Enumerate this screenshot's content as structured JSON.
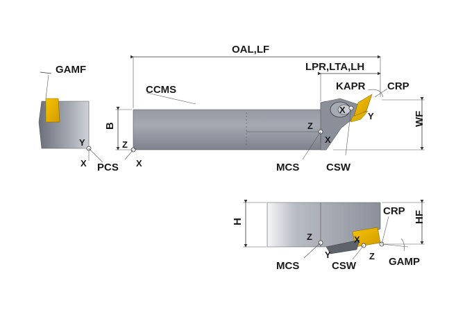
{
  "colors": {
    "body_dark": "#7a7f8a",
    "body_light": "#c8cbd2",
    "insert_yellow": "#e8b400",
    "line": "#333333"
  },
  "labels": {
    "gamf": "GAMF",
    "oal_lf": "OAL,LF",
    "lpr_lta_lh": "LPR,LTA,LH",
    "ccms": "CCMS",
    "kapr": "KAPR",
    "crp_top": "CRP",
    "b": "B",
    "wf": "WF",
    "y_left": "Y",
    "x_left": "X",
    "z_left": "Z",
    "x_left2": "X",
    "pcs": "PCS",
    "z_head": "Z",
    "x_head": "X",
    "x_circle": "X",
    "y_head": "Y",
    "mcs_top": "MCS",
    "csw_top": "CSW",
    "h": "H",
    "hf": "HF",
    "crp_bottom": "CRP",
    "z_bottom": "Z",
    "y_bottom": "Y",
    "x_bottom": "X",
    "z_bottom2": "Z",
    "mcs_bottom": "MCS",
    "csw_bottom": "CSW",
    "gamp": "GAMP"
  }
}
